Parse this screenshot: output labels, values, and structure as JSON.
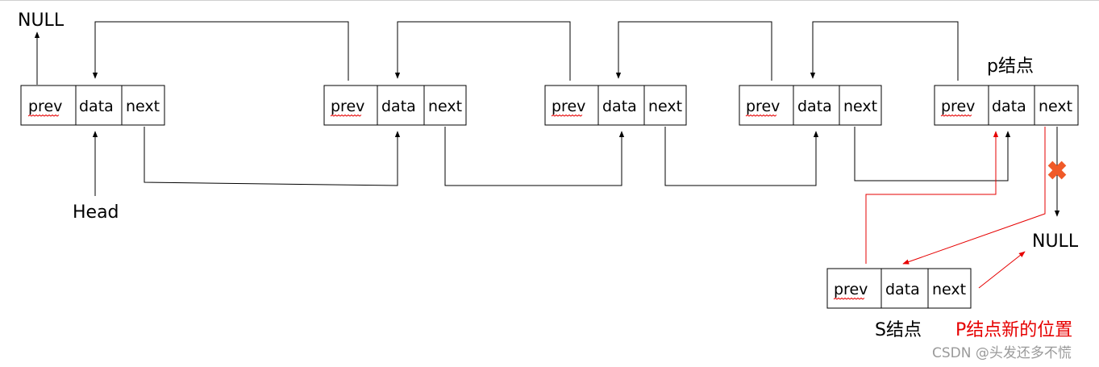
{
  "cells": {
    "prev": "prev",
    "data": "data",
    "next": "next"
  },
  "labels": {
    "null_left": "NULL",
    "head": "Head",
    "p_node": "p结点",
    "null_right": "NULL",
    "s_node": "S结点",
    "p_new_position": "P结点新的位置"
  },
  "watermark": "CSDN @头发还多不慌",
  "colors": {
    "line": "#000000",
    "new_link": "#e60000",
    "cross": "#f05a28"
  },
  "nodes": [
    "node-1",
    "node-2",
    "node-3",
    "node-4",
    "p-node",
    "s-node"
  ]
}
